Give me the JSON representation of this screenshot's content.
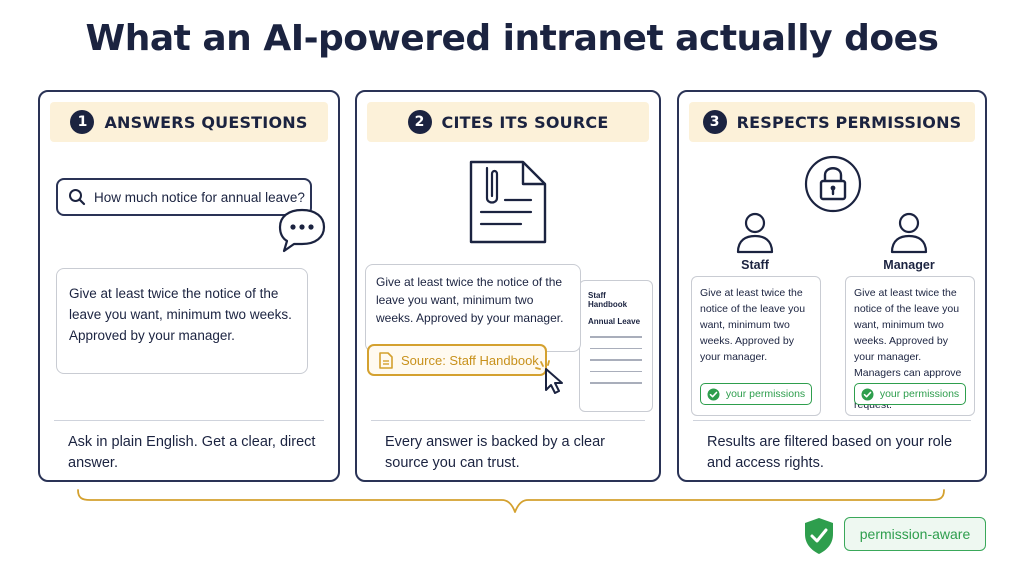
{
  "title": "What an AI-powered intranet actually does",
  "colors": {
    "navy": "#1b2340",
    "header_bg": "#fcf1d9",
    "gold": "#d4a12f",
    "green": "#2e9e4d"
  },
  "panels": [
    {
      "number": "1",
      "title": "ANSWERS QUESTIONS",
      "search_text": "How much notice for annual leave?",
      "search_icon": "search-icon",
      "chat_icon": "chat-bubble-icon",
      "answer": "Give at least twice the notice of the leave you want, minimum two weeks. Approved by your manager.",
      "caption": "Ask in plain English. Get a clear, direct answer."
    },
    {
      "number": "2",
      "title": "CITES ITS SOURCE",
      "doc_icon": "document-paperclip-icon",
      "answer": "Give at least twice the notice of the leave you want, minimum two weeks. Approved by your manager.",
      "source_label": "Source: Staff Handbook",
      "handbook_title": "Staff Handbook",
      "handbook_section": "Annual Leave",
      "caption": "Every answer is backed by a clear source you can trust."
    },
    {
      "number": "3",
      "title": "RESPECTS PERMISSIONS",
      "lock_icon": "lock-icon",
      "roles": [
        {
          "label": "Staff",
          "text": "Give at least twice the notice of the leave you want, minimum two weeks. Approved by your manager.",
          "badge": "your permissions"
        },
        {
          "label": "Manager",
          "text": "Give at least twice the notice of the leave you want, minimum two weeks. Approved by your manager. Managers can approve up to 20 days per request.",
          "badge": "your permissions"
        }
      ],
      "caption": "Results are filtered based on your role and access rights."
    }
  ],
  "footer_badge": "permission-aware"
}
